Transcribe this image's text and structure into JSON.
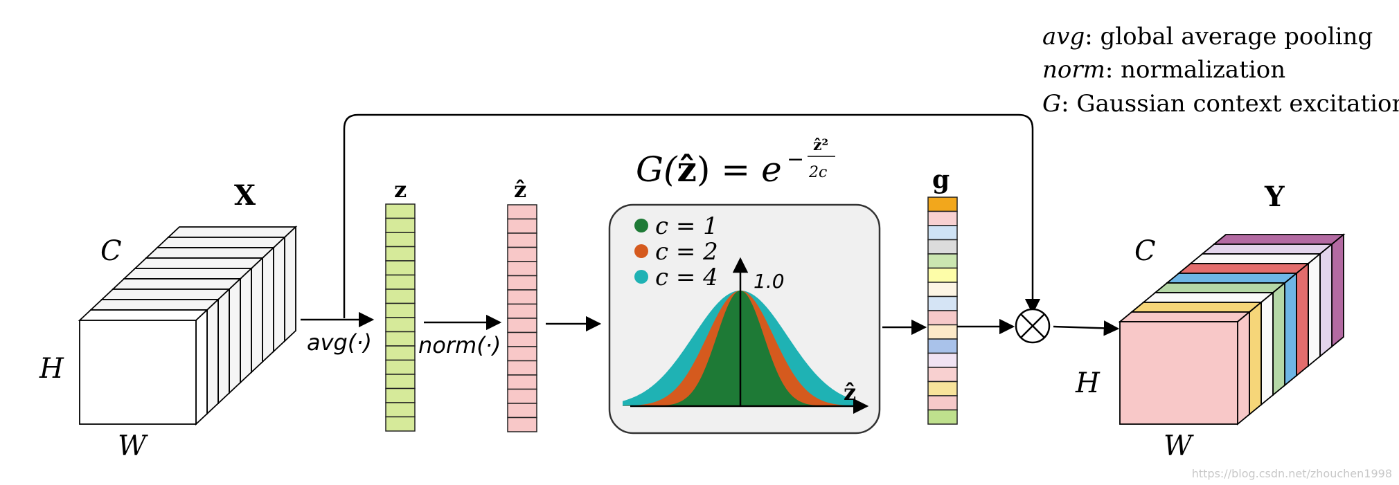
{
  "legend_top": {
    "line1": {
      "term": "avg",
      "desc": ": global average pooling"
    },
    "line2": {
      "term": "norm",
      "desc": ": normalization"
    },
    "line3": {
      "term": "G",
      "desc": ": Gaussian context excitation"
    }
  },
  "input_block": {
    "title": "X",
    "c_label": "C",
    "h_label": "H",
    "w_label": "W"
  },
  "output_block": {
    "title": "Y",
    "c_label": "C",
    "h_label": "H",
    "w_label": "W"
  },
  "ops": {
    "avg": "avg(·)",
    "norm": "norm(·)"
  },
  "vectors": {
    "z": "z",
    "zhat": "ẑ",
    "g": "g"
  },
  "formula": {
    "lhs": "G(",
    "arg": "ẑ",
    "rhs": ") = ",
    "base": "e",
    "exp_sign": "−",
    "exp_num": "ẑ²",
    "exp_den": "2c"
  },
  "gaussian_panel": {
    "legend": [
      {
        "label": "c = 1",
        "color": "#1e7a36"
      },
      {
        "label": "c = 2",
        "color": "#d55a1e"
      },
      {
        "label": "c = 4",
        "color": "#1fb2b4"
      }
    ],
    "peak_label": "1.0",
    "axis_label": "ẑ"
  },
  "chart_data": {
    "type": "area",
    "title": "",
    "xlabel": "ẑ",
    "ylabel": "",
    "series": [
      {
        "name": "c = 4",
        "sigma": 2.0,
        "color": "#1fb2b4"
      },
      {
        "name": "c = 2",
        "sigma": 1.41,
        "color": "#d55a1e"
      },
      {
        "name": "c = 1",
        "sigma": 1.0,
        "color": "#1e7a36"
      }
    ],
    "peak": 1.0,
    "x_range": [
      -5,
      5
    ]
  },
  "colors": {
    "z_cell": "#d6ea9a",
    "zhat_cell": "#f8c8c8",
    "panel_bg": "#f0f0f0",
    "g_cells": [
      "#f2a71c",
      "#f8d1d1",
      "#cfe3f5",
      "#dcdcdc",
      "#cbe6b0",
      "#fdfda8",
      "#fdf5e4",
      "#d5e4f5",
      "#f6c9c9",
      "#fce9c8",
      "#a9c2ea",
      "#f1e3f3",
      "#f8d0d0",
      "#f8e39b",
      "#f6c9c9",
      "#bfe08d"
    ],
    "y_slices": [
      "#b36aa2",
      "#e3d5ec",
      "#fafafa",
      "#e36d6d",
      "#6eb6e6",
      "#b5d8a7",
      "#fafafa",
      "#f6d679",
      "#f8c8c8"
    ]
  },
  "watermark": "https://blog.csdn.net/zhouchen1998"
}
